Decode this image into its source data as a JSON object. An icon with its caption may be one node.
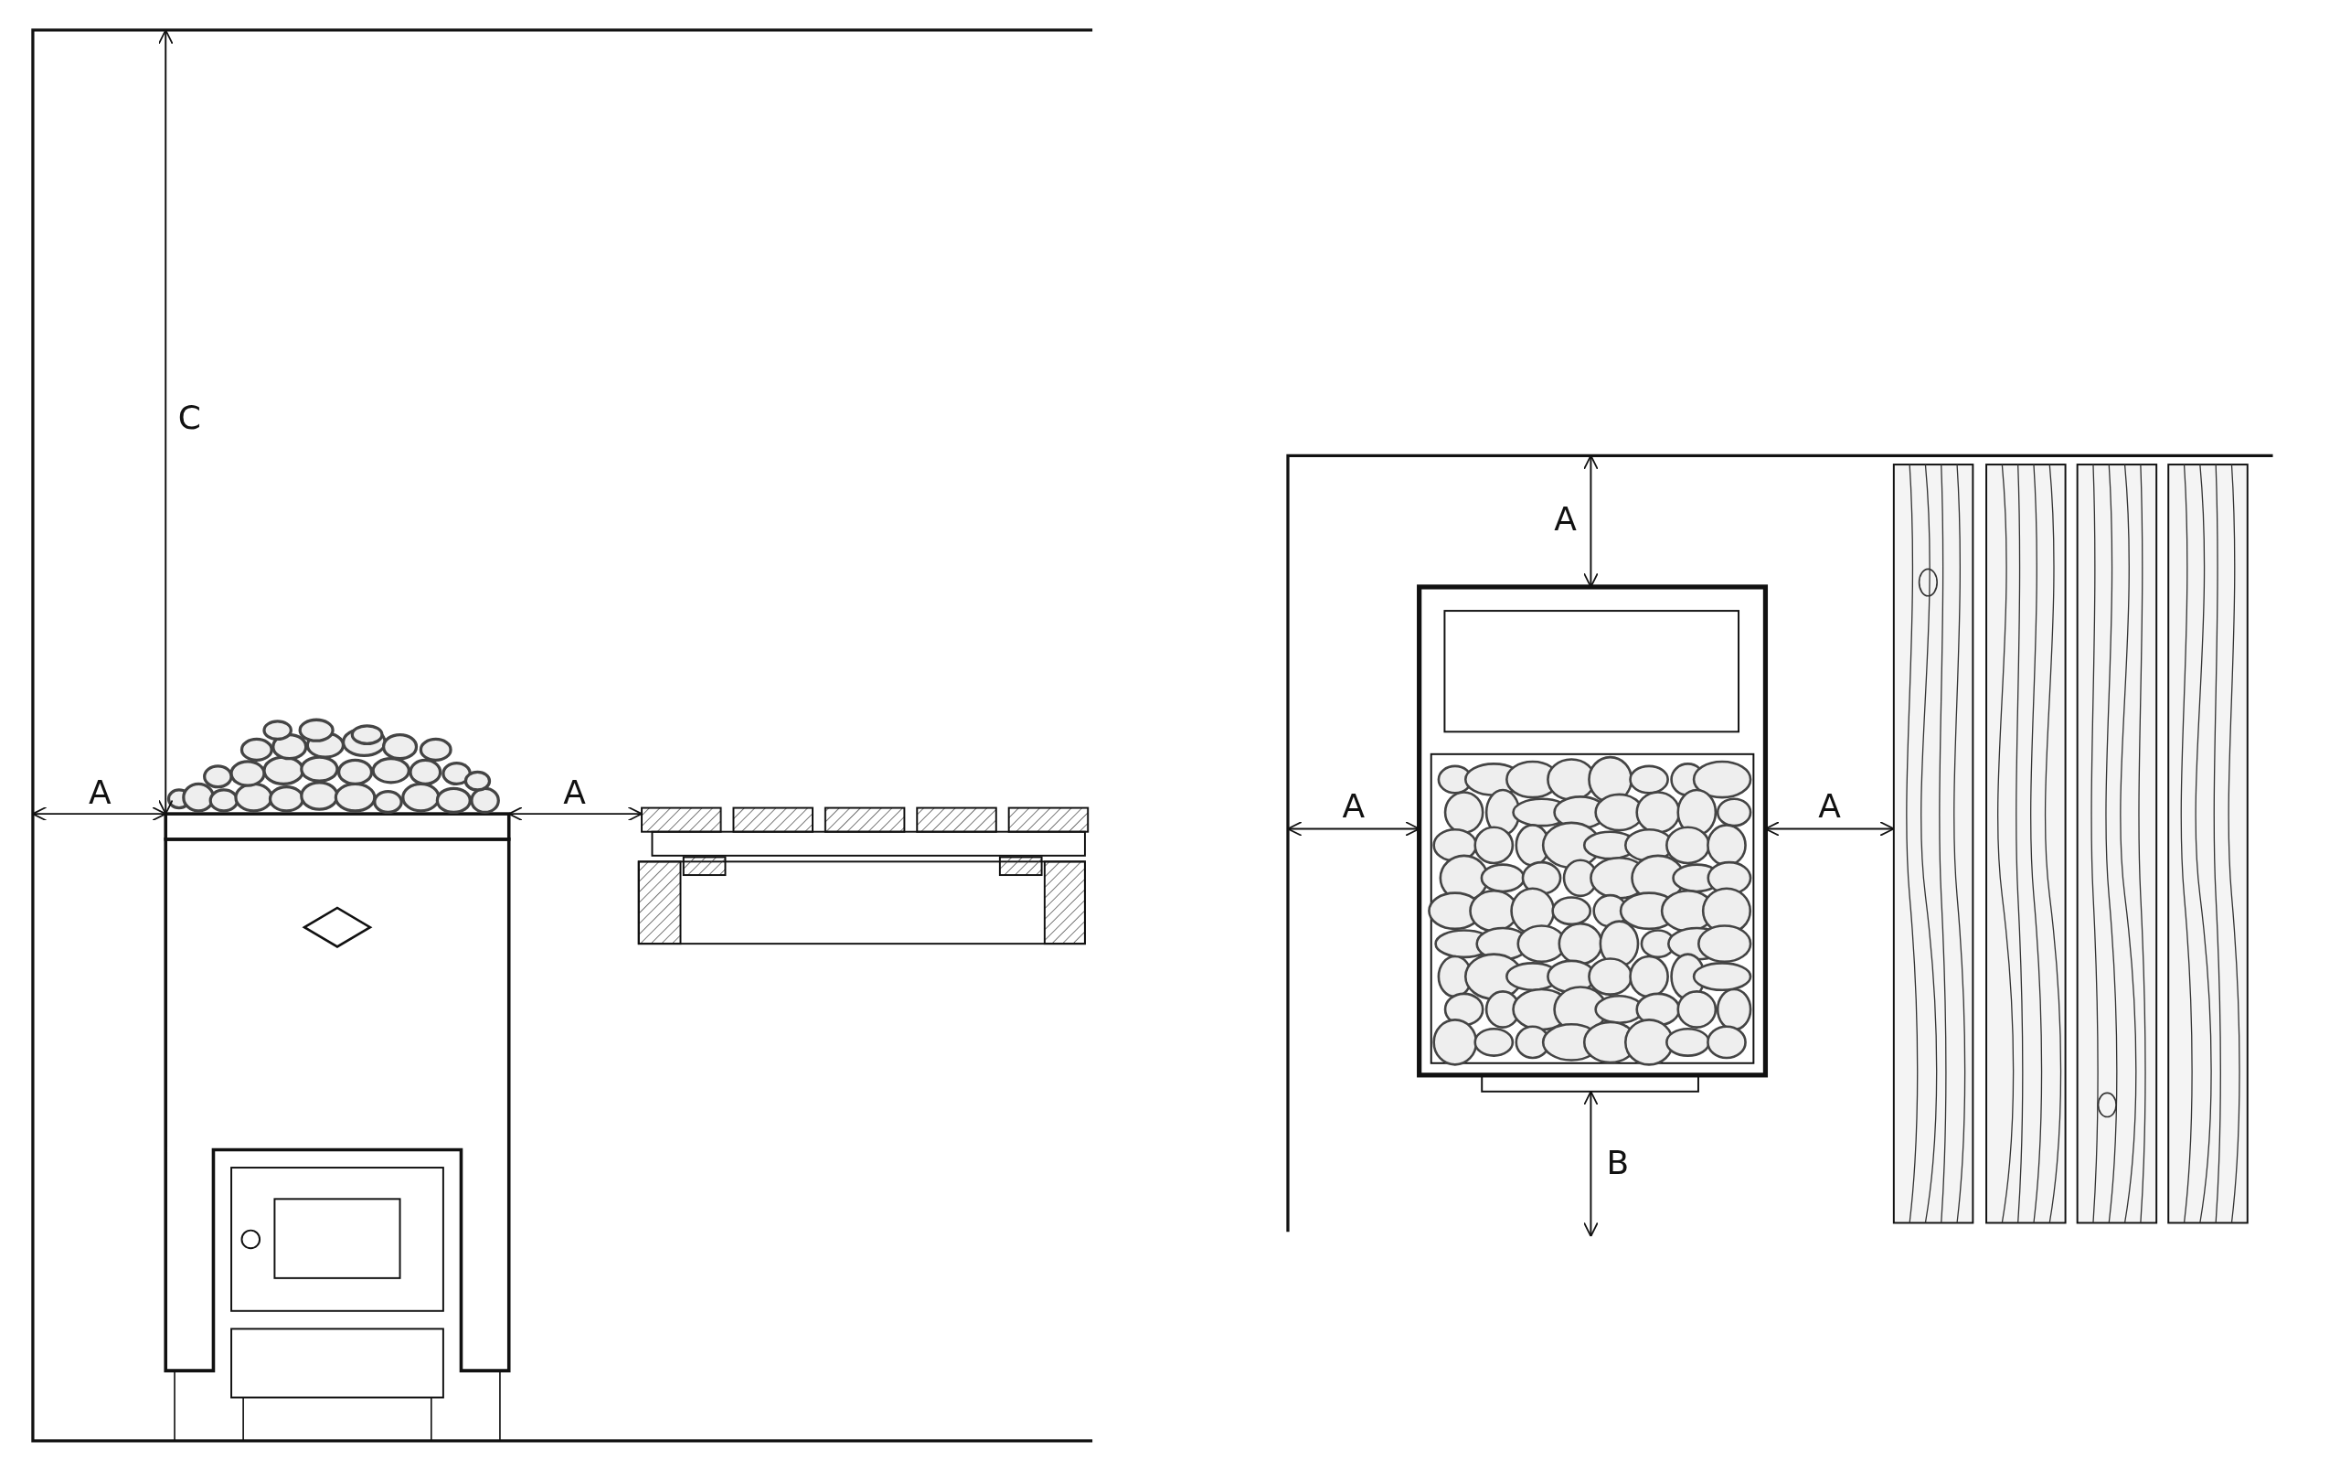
{
  "diagram": {
    "labels": [
      "C",
      "A",
      "A",
      "A",
      "A",
      "A",
      "B"
    ]
  }
}
